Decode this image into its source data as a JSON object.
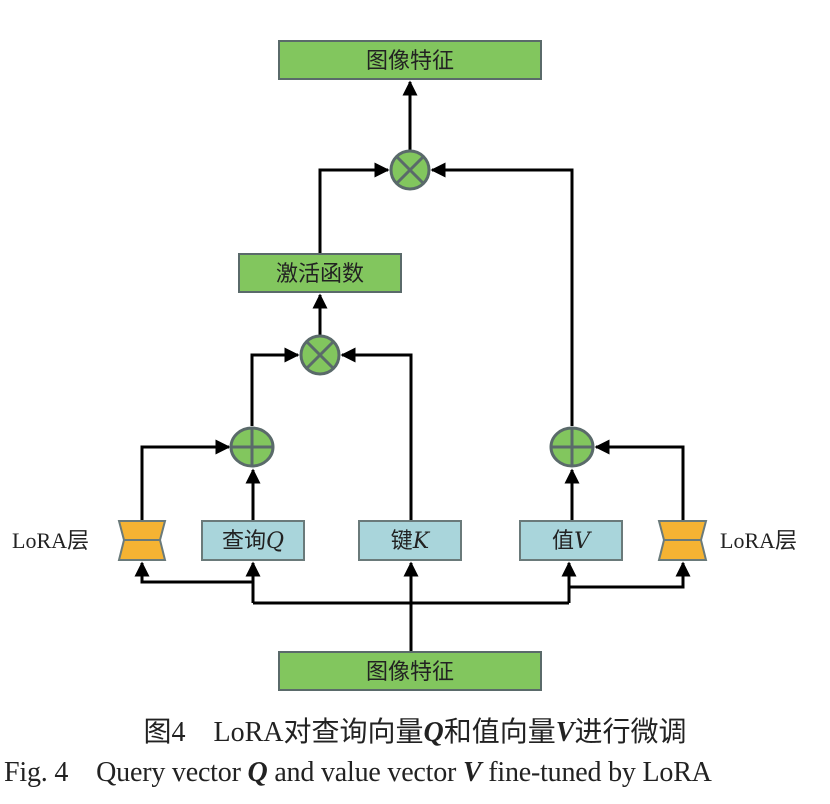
{
  "colors": {
    "green_fill": "#82c65e",
    "green_stroke": "#5a6a6a",
    "teal_fill": "#a9d5db",
    "teal_stroke": "#6a7a7a",
    "orange_fill": "#f5b333",
    "orange_stroke": "#6a7a7a",
    "line": "#000000"
  },
  "nodes": {
    "output_features": {
      "label": "图像特征"
    },
    "activation": {
      "label": "激活函数"
    },
    "query": {
      "label": "查询",
      "var": "Q"
    },
    "key": {
      "label": "键",
      "var": "K"
    },
    "value": {
      "label": "值",
      "var": "V"
    },
    "input_features": {
      "label": "图像特征"
    },
    "lora_left": {
      "label": "LoRA层"
    },
    "lora_right": {
      "label": "LoRA层"
    },
    "mult_top": {
      "symbol": "multiply"
    },
    "mult_mid": {
      "symbol": "multiply"
    },
    "add_left": {
      "symbol": "add"
    },
    "add_right": {
      "symbol": "add"
    }
  },
  "caption": {
    "cn_prefix": "图4",
    "cn_text_1": "LoRA对查询向量",
    "cn_q": "Q",
    "cn_text_2": "和值向量",
    "cn_v": "V",
    "cn_text_3": "进行微调",
    "en_prefix": "Fig. 4",
    "en_text_1": "Query vector ",
    "en_q": "Q",
    "en_text_2": " and value vector ",
    "en_v": "V",
    "en_text_3": " fine-tuned by LoRA"
  }
}
